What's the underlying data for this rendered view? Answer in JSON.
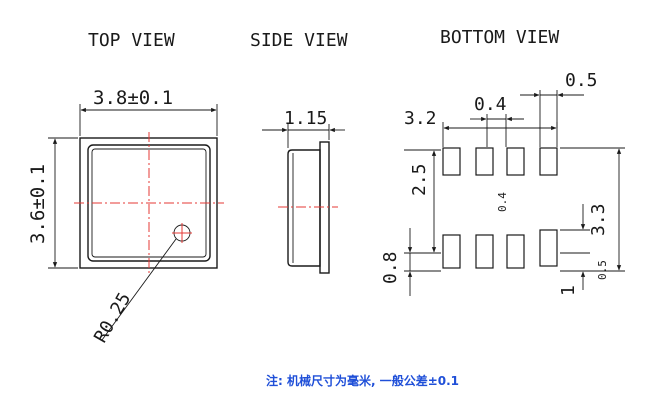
{
  "views": {
    "top": "TOP VIEW",
    "side": "SIDE VIEW",
    "bottom": "BOTTOM VIEW"
  },
  "top_view": {
    "width_dim": "3.8±0.1",
    "height_dim": "3.6±0.1",
    "radius_dim": "R0.25"
  },
  "side_view": {
    "thickness_dim": "1.15"
  },
  "bottom_view": {
    "pad_width": "0.5",
    "pad_spacing": "0.4",
    "pad_span": "3.2",
    "row_offset": "2.5",
    "row_gap": "0.4",
    "pad_height_left": "0.8",
    "overall_height": "3.3",
    "pad_height_right": "1",
    "edge_margin": "0.5"
  },
  "note": "注: 机械尺寸为毫米, 一般公差±0.1",
  "colors": {
    "line": "#1a1a1a",
    "centerline": "#e53935",
    "note": "#1f4fd8"
  }
}
